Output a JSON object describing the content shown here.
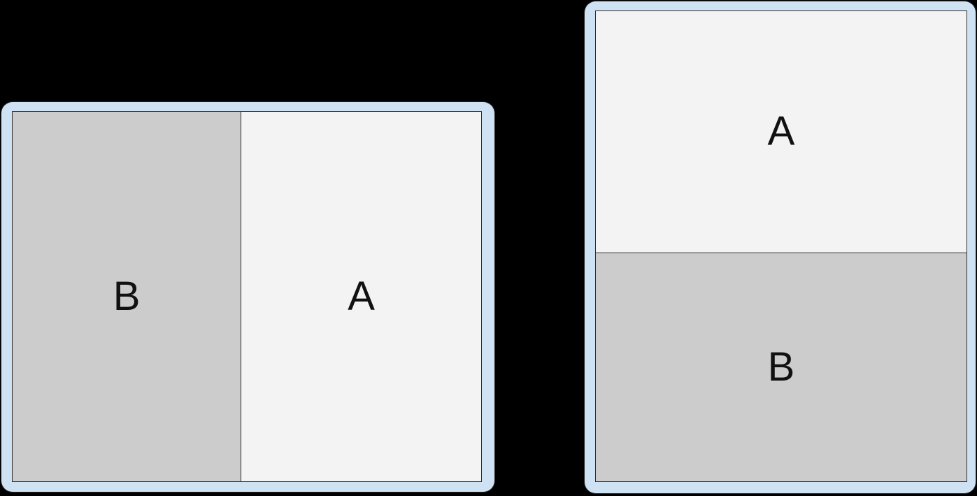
{
  "colors": {
    "background": "#000000",
    "device_frame": "#cfe2f3",
    "pane_a_background": "#f3f3f3",
    "pane_b_background": "#cccccc",
    "pane_border": "#2d2d2d",
    "label_text": "#111111"
  },
  "devices": [
    {
      "orientation": "landscape",
      "split": "horizontal",
      "panes": [
        {
          "label": "B",
          "background": "#cccccc"
        },
        {
          "label": "A",
          "background": "#f3f3f3"
        }
      ]
    },
    {
      "orientation": "portrait",
      "split": "vertical",
      "panes": [
        {
          "label": "A",
          "background": "#f3f3f3"
        },
        {
          "label": "B",
          "background": "#cccccc"
        }
      ]
    }
  ]
}
